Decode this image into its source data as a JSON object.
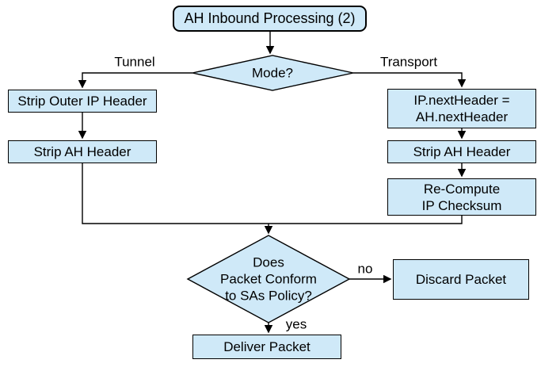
{
  "diagram": {
    "type": "flowchart",
    "colors": {
      "node_fill": "#cfe9f8",
      "node_border": "#000000",
      "connector": "#000000",
      "text": "#000000",
      "background": "#ffffff"
    },
    "nodes": {
      "start": {
        "label": "AH Inbound Processing (2)",
        "shape": "rounded-rectangle"
      },
      "mode_decision": {
        "label": "Mode?",
        "shape": "diamond"
      },
      "strip_outer_ip": {
        "label": "Strip Outer IP Header",
        "shape": "rectangle"
      },
      "strip_ah_tunnel": {
        "label": "Strip AH Header",
        "shape": "rectangle"
      },
      "ip_next_header": {
        "label": "IP.nextHeader =\nAH.nextHeader",
        "shape": "rectangle"
      },
      "strip_ah_transport": {
        "label": "Strip AH Header",
        "shape": "rectangle"
      },
      "recompute_checksum": {
        "label": "Re-Compute\nIP Checksum",
        "shape": "rectangle"
      },
      "policy_decision": {
        "label": "Does\nPacket Conform\nto SAs Policy?",
        "shape": "diamond"
      },
      "discard_packet": {
        "label": "Discard Packet",
        "shape": "rectangle"
      },
      "deliver_packet": {
        "label": "Deliver Packet",
        "shape": "rectangle"
      }
    },
    "edge_labels": {
      "tunnel": "Tunnel",
      "transport": "Transport",
      "no": "no",
      "yes": "yes"
    }
  }
}
